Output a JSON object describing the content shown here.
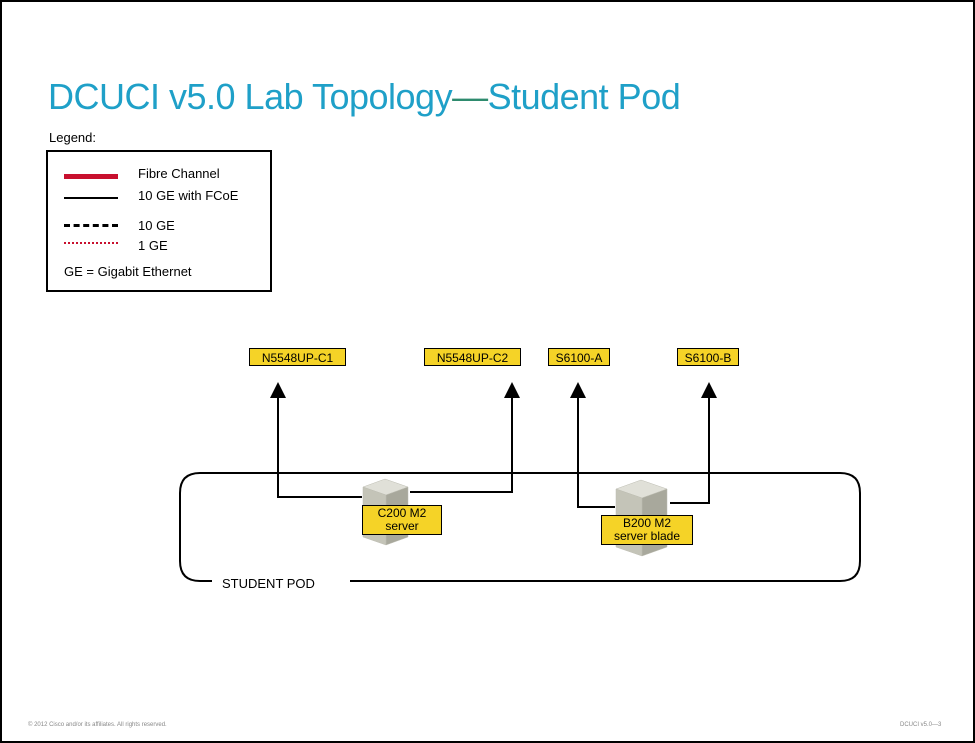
{
  "title": {
    "part1": "DCUCI v5.0 Lab Topology",
    "dash": "—",
    "part2": "Student Pod"
  },
  "legend": {
    "heading": "Legend:",
    "items": [
      {
        "label": "Fibre Channel",
        "style": "solid-thick",
        "color": "#c8102e"
      },
      {
        "label": "10 GE with FCoE",
        "style": "solid",
        "color": "#000000"
      },
      {
        "label": "10 GE",
        "style": "dashed",
        "color": "#000000"
      },
      {
        "label": "1 GE",
        "style": "dotted",
        "color": "#c8102e"
      }
    ],
    "note": "GE = Gigabit Ethernet"
  },
  "devices": [
    {
      "id": "n5548-c1",
      "label": "N5548UP-C1"
    },
    {
      "id": "n5548-c2",
      "label": "N5548UP-C2"
    },
    {
      "id": "s6100-a",
      "label": "S6100-A"
    },
    {
      "id": "s6100-b",
      "label": "S6100-B"
    }
  ],
  "servers": [
    {
      "id": "c200",
      "line1": "C200 M2",
      "line2": "server"
    },
    {
      "id": "b200",
      "line1": "B200 M2",
      "line2": "server blade"
    }
  ],
  "pod_label": "STUDENT POD",
  "footer": {
    "copyright": "© 2012 Cisco and/or its affiliates. All rights reserved.",
    "slide_id": "DCUCI v5.0—3"
  },
  "colors": {
    "title": "#1fa0c8",
    "device_label_bg": "#f5d327",
    "fibre_channel": "#c8102e"
  }
}
